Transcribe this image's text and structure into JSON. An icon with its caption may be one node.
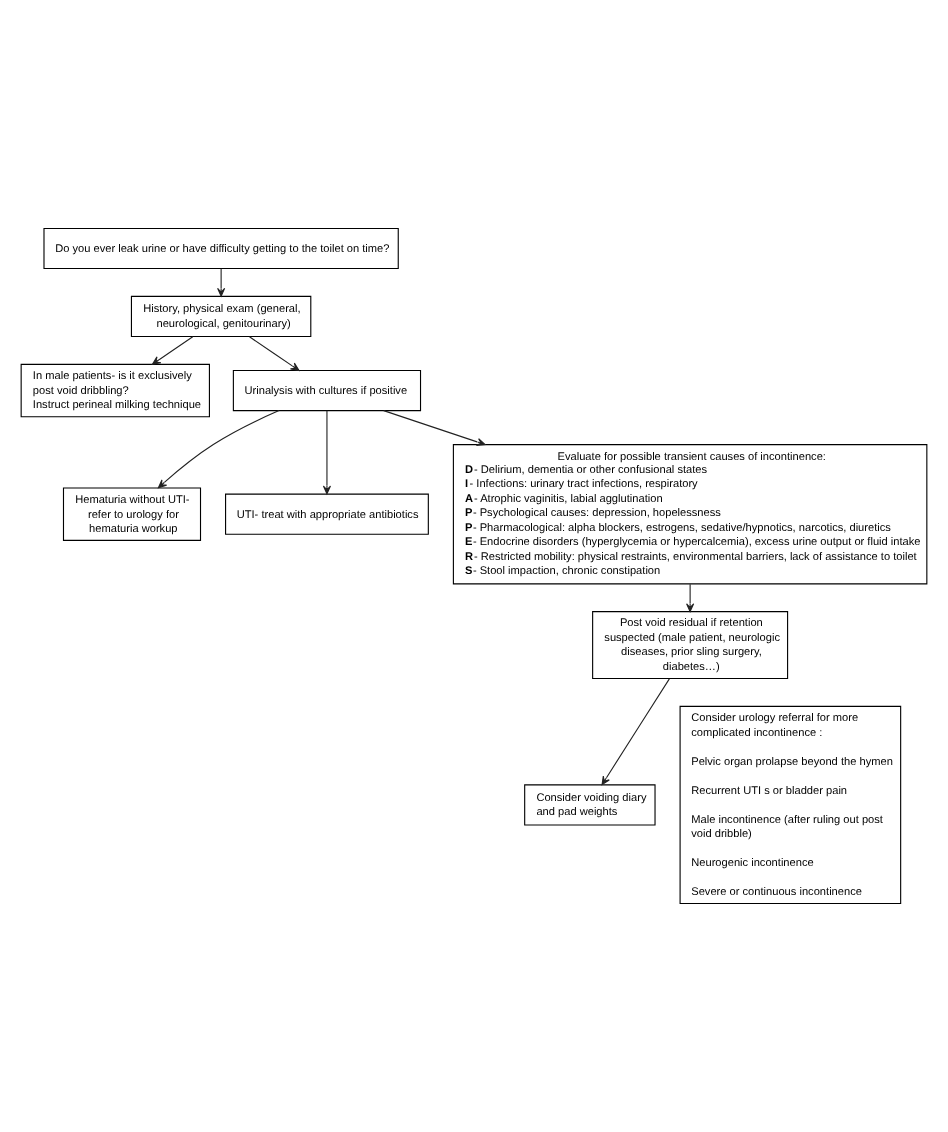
{
  "diagram": {
    "nodes": [
      {
        "text": [
          "Do you ever leak urine or have difficulty getting to the toilet on time?"
        ]
      },
      {
        "text": [
          "History, physical exam (general, neurological, genitourinary)"
        ]
      },
      {
        "text": [
          "In male patients- is it exclusively post void dribbling?",
          "Instruct perineal milking technique"
        ]
      },
      {
        "text": [
          "Urinalysis with cultures if positive"
        ]
      },
      {
        "text": [
          "Hematuria without UTI- refer to urology for hematuria workup"
        ]
      },
      {
        "text": [
          "UTI- treat with appropriate antibiotics"
        ]
      },
      {
        "text": [
          "Evaluate for possible transient causes of incontinence:",
          "**D**- Delirium, dementia or other confusional states",
          "**I**- Infections: urinary tract infections, respiratory",
          "**A**- Atrophic vaginitis, labial agglutination",
          "**P**- Psychological causes: depression, hopelessness",
          "**P**- Pharmacological: alpha blockers, estrogens, sedative/hypnotics, narcotics, diuretics",
          "**E**- Endocrine disorders (hyperglycemia or hypercalcemia), excess urine output or fluid intake",
          "**R**- Restricted mobility: physical restraints, environmental barriers, lack of assistance to toilet",
          "**S**- Stool impaction, chronic constipation"
        ]
      },
      {
        "text": [
          "Post void residual if retention suspected (male patient, neurologic diseases, prior sling surgery, diabetes…)"
        ]
      },
      {
        "text": [
          "Consider voiding diary and pad weights"
        ]
      },
      {
        "text": [
          "Consider urology referral for more complicated incontinence :",
          "Pelvic organ prolapse beyond the hymen",
          "Recurrent UTI s or bladder pain",
          "Male incontinence (after ruling out post void dribble)",
          "Neurogenic incontinence",
          "Severe or continuous incontinence"
        ]
      }
    ],
    "edges": [
      {
        "from": 0,
        "to": 1,
        "arrow": "to"
      },
      {
        "from": 1,
        "to": 2,
        "arrow": "to"
      },
      {
        "from": 1,
        "to": 3,
        "arrow": "to"
      },
      {
        "from": 3,
        "to": 4,
        "arrow": "to"
      },
      {
        "from": 3,
        "to": 5,
        "arrow": "to"
      },
      {
        "from": 3,
        "to": 6,
        "arrow": "to"
      },
      {
        "from": 6,
        "to": 7,
        "arrow": "to"
      },
      {
        "from": 7,
        "to": 8,
        "arrow": "to"
      }
    ]
  }
}
